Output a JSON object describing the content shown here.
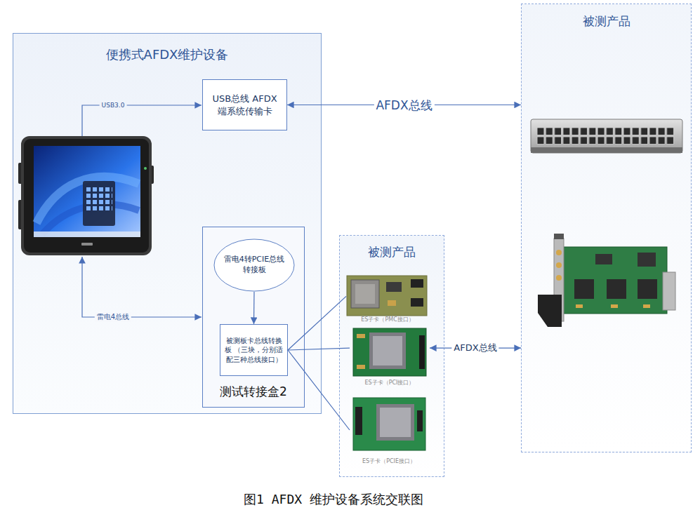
{
  "diagram": {
    "caption": "图1 AFDX 维护设备系统交联图",
    "nodes": [
      {
        "text": [
          "便携式AFDX维护设备"
        ]
      },
      {
        "text": [
          "USB总线 AFDX端系统传输卡"
        ],
        "in": 0
      },
      {
        "text": [
          "测试转接盒2"
        ],
        "in": 0
      },
      {
        "text": [
          "雷电4转PCIE总线转接板"
        ],
        "in": 2
      },
      {
        "text": [
          "被测板卡总线转换板 （三块，分别适配三种总线接口）"
        ],
        "in": 2
      },
      {
        "text": [
          "被测产品"
        ]
      },
      {
        "text": [
          "ES子卡（PMC接口）"
        ],
        "in": 5
      },
      {
        "text": [
          "ES子卡（PCI接口）"
        ],
        "in": 5
      },
      {
        "text": [
          "ES子卡（PCIE接口）"
        ],
        "in": 5
      },
      {
        "text": [
          "被测产品"
        ]
      }
    ],
    "edges": [
      {
        "from": 1,
        "to": 9,
        "arrow": "both",
        "label": "AFDX总线"
      },
      {
        "from": 3,
        "to": 4,
        "arrow": "to"
      },
      {
        "from": 4,
        "to": 6,
        "arrow": "none"
      },
      {
        "from": 4,
        "to": 7,
        "arrow": "none"
      },
      {
        "from": 4,
        "to": 8,
        "arrow": "none"
      },
      {
        "from": 7,
        "to": 9,
        "arrow": "both",
        "label": "AFDX总线"
      }
    ],
    "labels": [
      "USB3.0",
      "雷电4总线"
    ]
  }
}
